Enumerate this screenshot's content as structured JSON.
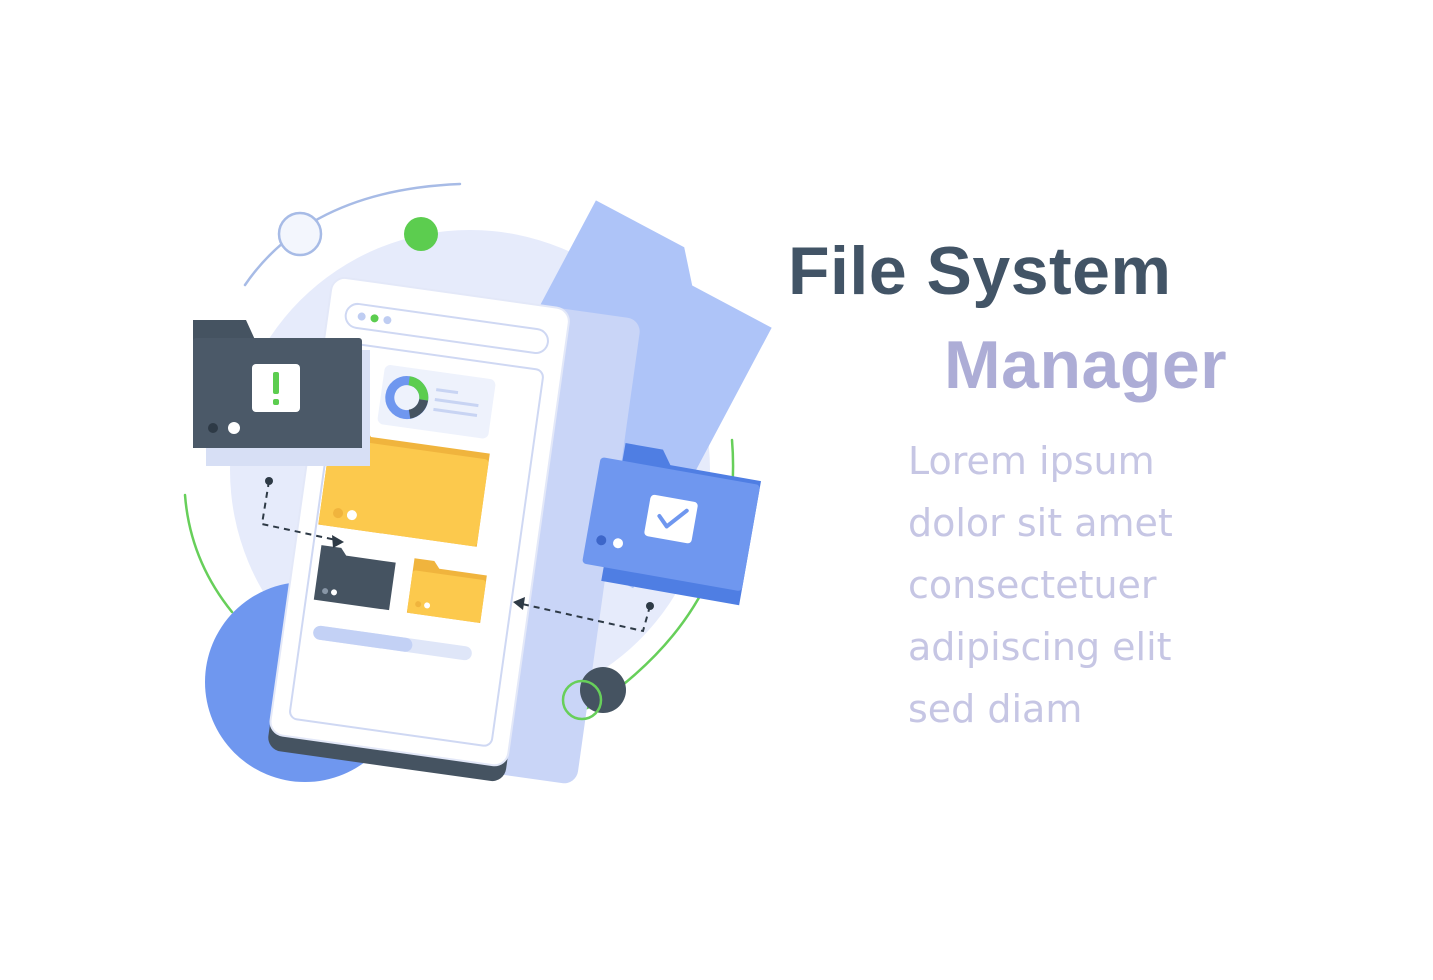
{
  "title": {
    "line1": "File System",
    "line2": "Manager"
  },
  "body_lines": [
    "Lorem ipsum",
    "dolor sit amet",
    "consectetuer",
    "adipiscing elit",
    "sed diam"
  ],
  "colors": {
    "title_dark": "#425466",
    "title_light": "#adadd6",
    "body_text": "#c6c6e4",
    "folder_dark": "#455361",
    "folder_yellow": "#fcc94d",
    "folder_blue": "#6f97ef",
    "bg_circle": "#e6ebfb",
    "back_folder": "#aec4f8",
    "accent_green": "#5ccd4f",
    "orbit_green": "#67cf5a"
  },
  "icons": {
    "warning_folder": "exclamation-folder-icon",
    "check_folder": "checkmark-folder-icon",
    "chart": "donut-chart-icon"
  }
}
